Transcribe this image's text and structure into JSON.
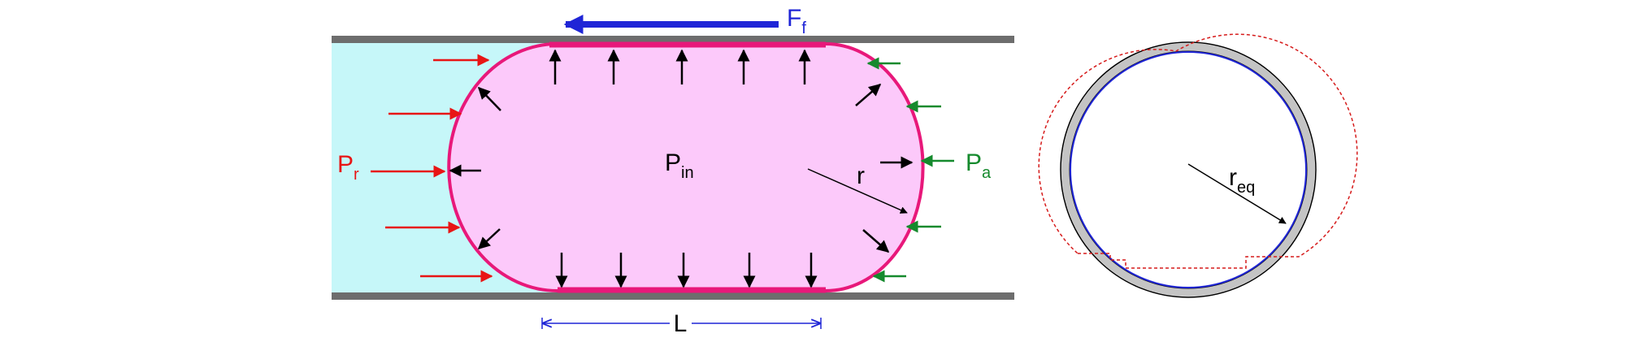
{
  "colors": {
    "wall": "#6d6d6d",
    "liquid": "#c6f7f9",
    "bubble_fill": "#fcc9fa",
    "bubble_stroke": "#e8187a",
    "rear_arrow": "#e81515",
    "front_arrow": "#158a2d",
    "inner_arrow": "#000000",
    "friction_arrow": "#1f25d6",
    "dimension": "#1f25d6",
    "circle_wall": "#c4c4c4",
    "eq_circle": "#1f25d6",
    "profile": "#d61c1c"
  },
  "labels": {
    "friction": {
      "main": "F",
      "sub": "f"
    },
    "rear_pressure": {
      "main": "P",
      "sub": "r"
    },
    "inner_pressure": {
      "main": "P",
      "sub": "in"
    },
    "front_pressure": {
      "main": "P",
      "sub": "a"
    },
    "cap_radius": "r",
    "length": "L",
    "eq_radius": {
      "main": "r",
      "sub": "eq"
    }
  },
  "icons": {
    "pressure_arrow": "arrow-icon",
    "dimension_marker": "double-arrow-icon"
  }
}
